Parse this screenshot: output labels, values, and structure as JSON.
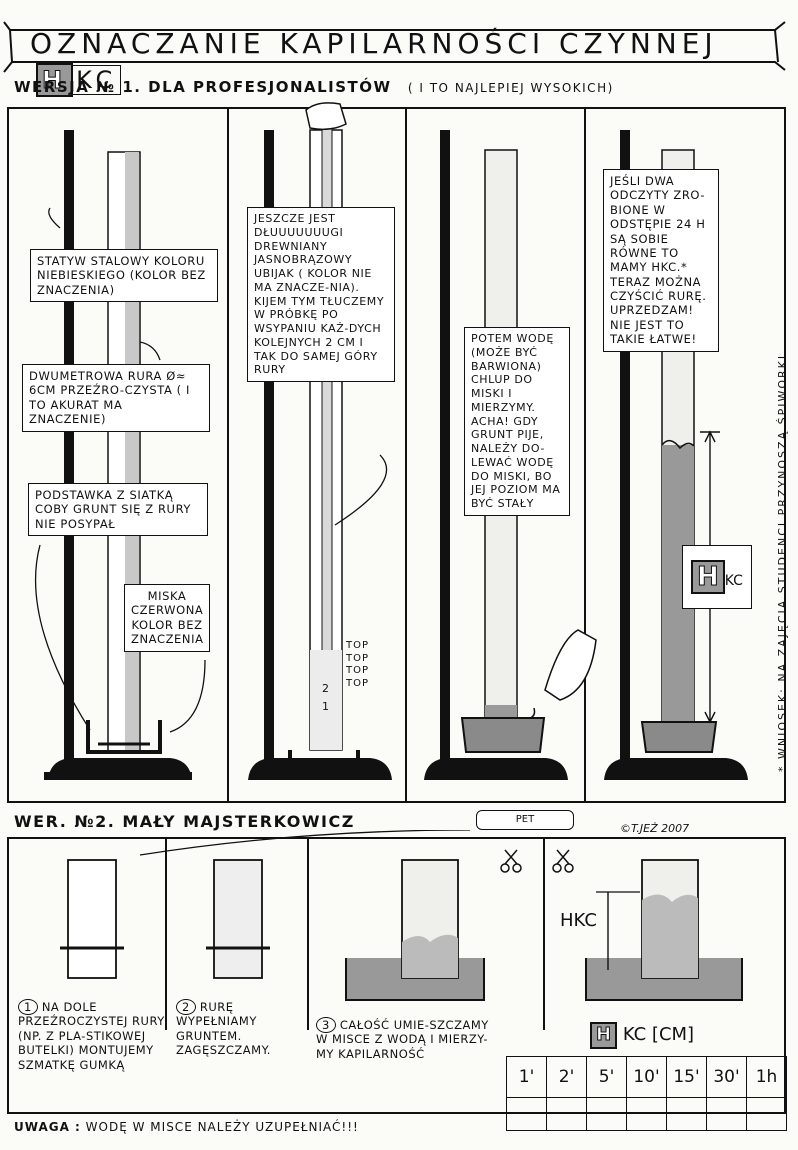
{
  "title": {
    "text": "OZNACZANIE KAPILARNOŚCI CZYNNEJ",
    "symbol_h": "H",
    "symbol_kc": "KC"
  },
  "version1": {
    "heading": "WERSJA № 1. DLA PROFESJONALISTÓW",
    "subheading": "( I TO NAJLEPIEJ WYSOKICH)"
  },
  "panel1": {
    "stand": "STATYW STALOWY KOLORU NIEBIESKIEGO (KOLOR BEZ ZNACZENIA)",
    "tube": "DWUMETROWA RURA Ø≈ 6cm PRZEŹRO-CZYSTA ( I TO AKURAT MA ZNACZENIE)",
    "base": "PODSTAWKA Z SIATKĄ COBY GRUNT SIĘ Z RURY NIE POSYPAŁ",
    "bowl": "MISKA CZERWONA KOLOR BEZ ZNACZENIA"
  },
  "panel2": {
    "text": "JESZCZE JEST DŁUUUUUUUGI DREWNIANY JASNOBRĄZOWY UBIJAK ( KOLOR NIE MA ZNACZE-NIA). KIJEM TYM TŁUCZEMY W PRÓBKĘ PO WSYPANIU KAŻ-DYCH KOLEJNYCH 2 cm I TAK DO SAMEJ GÓRY RURY",
    "top": [
      "TOP",
      "TOP",
      "TOP",
      "TOP"
    ],
    "layers": [
      "1",
      "2"
    ]
  },
  "panel3": {
    "text": "POTEM WODĘ (MOŻE BYĆ BARWIONA) CHLUP DO MISKI I MIERZYMY. ACHA! GDY GRUNT PIJE, NALEŻY DO-LEWAĆ WODĘ DO MISKI, BO JEJ POZIOM MA BYĆ STAŁY"
  },
  "panel4": {
    "text": "JEŚLI DWA ODCZYTY ZRO-BIONE W ODSTĘPIE 24 h SĄ SOBIE RÓWNE TO MAMY Hkc.* TERAZ MOŻNA CZYŚCIĆ RURĘ. UPRZEDZAM! NIE JEST TO TAKIE ŁATWE!",
    "label_h": "H",
    "label_kc": "KC"
  },
  "side_note": "* WNIOSEK: NA ZAJĘCIA STUDENCI PRZYNOSZĄ ŚPIWORKI.",
  "version2": {
    "heading": "WER. №2. MAŁY MAJSTERKOWICZ",
    "bottle_label": "PET",
    "copyright": "©T.JEŻ 2007"
  },
  "step1": {
    "num": "1",
    "text": "NA DOLE PRZEŹROCZYSTEJ RURY (NP. Z PLA-STIKOWEJ BUTELKI) MONTUJEMY SZMATKĘ GUMKĄ"
  },
  "step2": {
    "num": "2",
    "text": "RURĘ WYPEŁNIAMY GRUNTEM. ZAGĘSZCZAMY."
  },
  "step3": {
    "num": "3",
    "text": "CAŁOŚĆ UMIE-SZCZAMY W MISCE Z WODĄ I MIERZY-MY KAPILARNOŚĆ"
  },
  "small_h": "HKC",
  "table": {
    "title_h": "H",
    "title_rest": "KC [cm]",
    "headers": [
      "1'",
      "2'",
      "5'",
      "10'",
      "15'",
      "30'",
      "1h"
    ]
  },
  "warning": {
    "prefix": "UWAGA :",
    "text": "WODĘ W MISCE NALEŻY UZUPEŁNIAĆ!!!"
  },
  "colors": {
    "ink": "#111111",
    "tube": "#bdbdbd",
    "soil": "#e9e9e6",
    "water": "#8a8a8a",
    "paper": "#fbfbf8"
  }
}
